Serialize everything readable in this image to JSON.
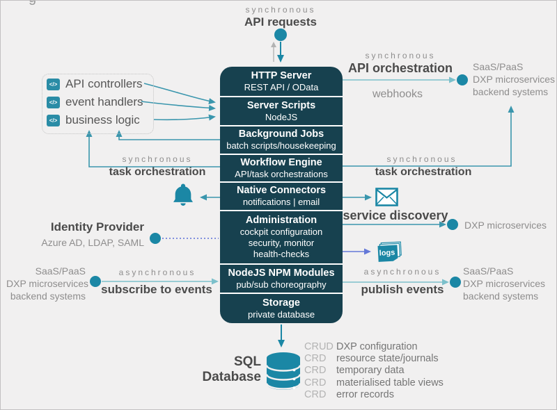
{
  "meta": {
    "partial_glyph": "g"
  },
  "colors": {
    "box": "#17414f",
    "accent": "#1b87a5",
    "mid_line": "#3a96ad",
    "light_line": "#7cc0cb",
    "blue_line": "#6478d8",
    "gray_text": "#8e8d8d",
    "dark_text": "#4a4a4a"
  },
  "top": {
    "flow": "synchronous",
    "label": "API requests"
  },
  "stack": [
    {
      "title": "HTTP Server",
      "sub": "REST API / OData"
    },
    {
      "title": "Server Scripts",
      "sub": "NodeJS"
    },
    {
      "title": "Background Jobs",
      "sub": "batch scripts/housekeeping"
    },
    {
      "title": "Workflow Engine",
      "sub": "API/task orchestrations"
    },
    {
      "title": "Native Connectors",
      "sub": "notifications | email"
    },
    {
      "title": "Administration",
      "sub": "cockpit configuration",
      "sub2": "security, monitor",
      "sub3": "health-checks"
    },
    {
      "title": "NodeJS NPM Modules",
      "sub": "pub/sub choreography"
    },
    {
      "title": "Storage",
      "sub": "private database"
    }
  ],
  "left": {
    "handlers": [
      {
        "icon": "code-window-icon",
        "glyph": "</>",
        "label": "API controllers"
      },
      {
        "icon": "code-window-icon",
        "glyph": "</>",
        "label": "event handlers"
      },
      {
        "icon": "code-window-icon",
        "glyph": "</>",
        "label": "business logic"
      }
    ],
    "task_orchestration": {
      "flow": "synchronous",
      "label": "task orchestration"
    },
    "identity": {
      "title": "Identity Provider",
      "subtitle": "Azure AD, LDAP, SAML"
    },
    "saas": {
      "line1": "SaaS/PaaS",
      "line2": "DXP microservices",
      "line3": "backend systems"
    },
    "subscribe": {
      "flow": "asynchronous",
      "label": "subscribe to events"
    }
  },
  "right": {
    "api_orchestration": {
      "flow": "synchronous",
      "label": "API orchestration",
      "via": "webhooks"
    },
    "saas_top": {
      "line1": "SaaS/PaaS",
      "line2": "DXP microservices",
      "line3": "backend systems"
    },
    "task_orchestration": {
      "flow": "synchronous",
      "label": "task orchestration"
    },
    "service_discovery": {
      "label": "service discovery",
      "target": "DXP microservices"
    },
    "logs": {
      "label": "logs"
    },
    "publish": {
      "flow": "asynchronous",
      "label": "publish events"
    },
    "saas_bottom": {
      "line1": "SaaS/PaaS",
      "line2": "DXP microservices",
      "line3": "backend systems"
    }
  },
  "bottom": {
    "database": {
      "line1": "SQL",
      "line2": "Database"
    },
    "crud": [
      {
        "ops": "CRUD",
        "desc": "DXP configuration"
      },
      {
        "ops": "CRD",
        "desc": "resource state/journals"
      },
      {
        "ops": "CRD",
        "desc": "temporary data"
      },
      {
        "ops": "CRD",
        "desc": "materialised table views"
      },
      {
        "ops": "CRD",
        "desc": "error records"
      }
    ]
  }
}
